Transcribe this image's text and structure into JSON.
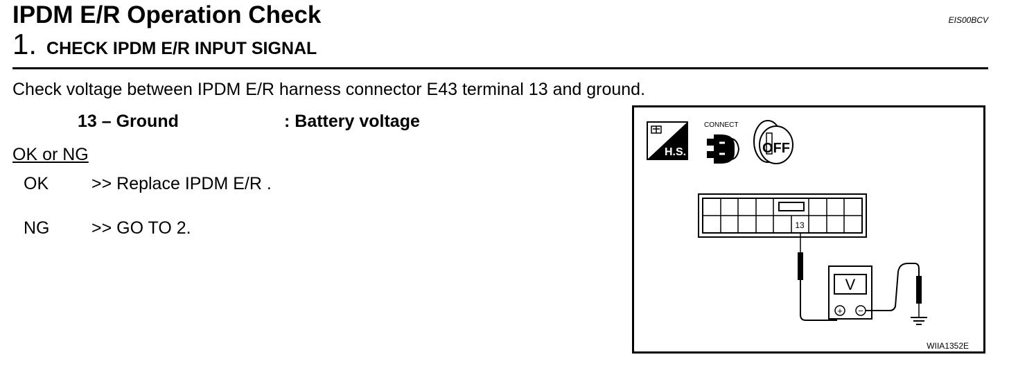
{
  "header": {
    "title": "IPDM E/R Operation Check",
    "doc_code": "EIS00BCV",
    "step_number": "1.",
    "step_title": "CHECK IPDM E/R INPUT SIGNAL"
  },
  "body": {
    "instruction": "Check voltage between IPDM E/R harness connector E43 terminal 13 and ground.",
    "spec": {
      "terminal": "13 – Ground",
      "value": ": Battery voltage"
    },
    "result_heading": "OK or NG",
    "results": [
      {
        "label": "OK",
        "action": ">> Replace  IPDM  E/R ."
      },
      {
        "label": "NG",
        "action": ">> GO TO 2."
      }
    ]
  },
  "figure": {
    "hs_label": "H.S.",
    "connect_label": "CONNECT",
    "off_label": "OFF",
    "terminal_label": "13",
    "meter_label": "V",
    "plus_sign": "+",
    "minus_sign": "−",
    "figure_code": "WIIA1352E"
  }
}
